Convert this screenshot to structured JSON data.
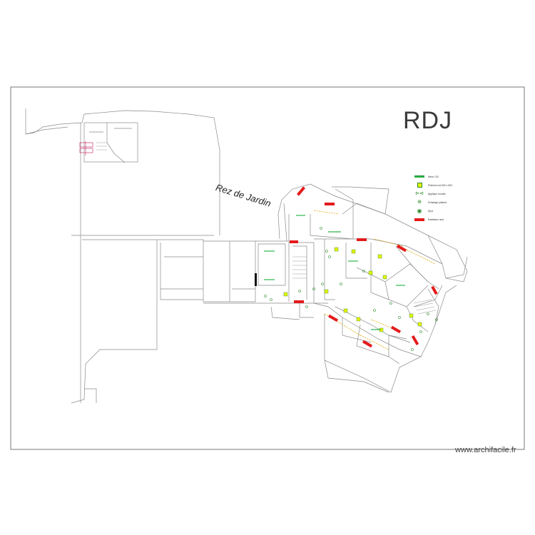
{
  "title": "RDJ",
  "level_label": "Rez de Jardin",
  "watermark": "www.archifacile.fr",
  "legend": [
    {
      "icon": "green-line",
      "label": "Néon 120"
    },
    {
      "icon": "yellow-square",
      "label": "Plafond Led 600 x 600"
    },
    {
      "icon": "wall-light",
      "label": "Applique murale"
    },
    {
      "icon": "ceiling-light",
      "label": "Eclairage plafond"
    },
    {
      "icon": "spot",
      "label": "Spot"
    },
    {
      "icon": "radiator",
      "label": "Radiateur neuf"
    }
  ],
  "colors": {
    "wall": "#8a8a8a",
    "radiator": "#e31b1b",
    "led_panel": "#e6f20a",
    "fixture": "#2b8a2b",
    "neon": "#2db34a",
    "pink_detail": "#c2185b"
  }
}
